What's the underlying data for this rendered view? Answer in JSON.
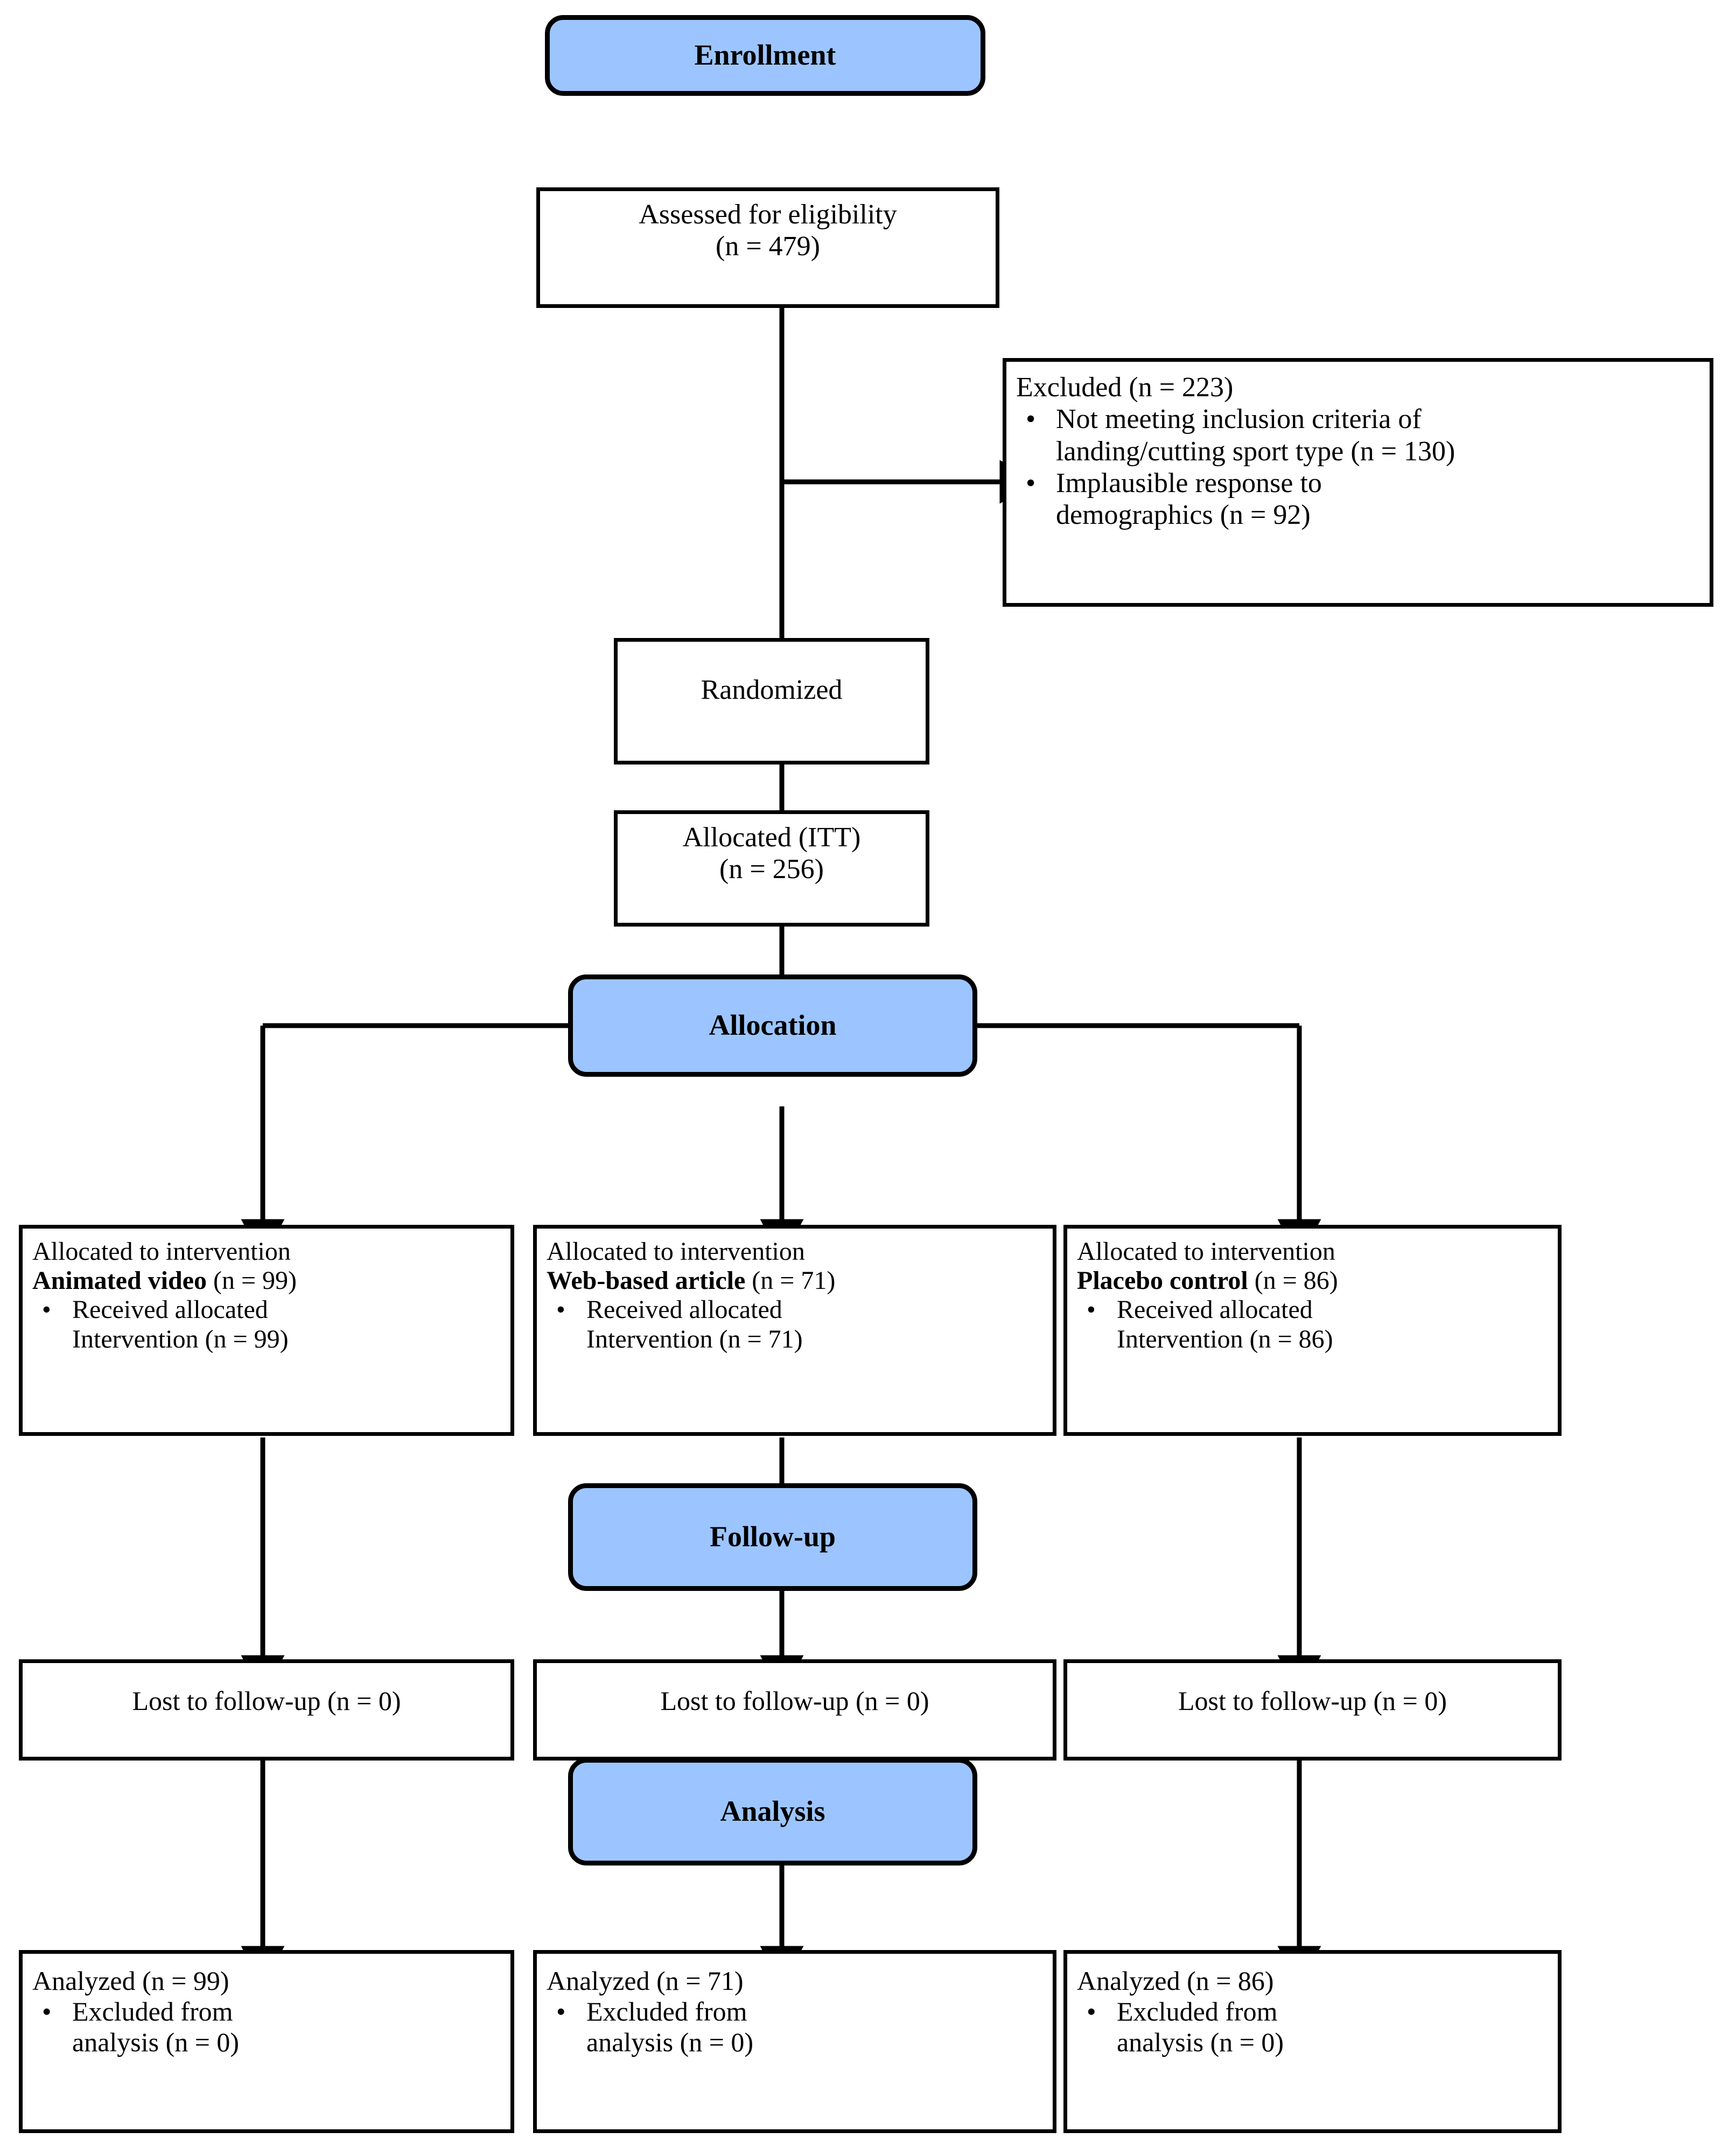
{
  "diagram": {
    "type": "CONSORT participant flow diagram",
    "accent_color": "#9cc5ff",
    "line_color": "#000000",
    "stage_color": "#ffffff"
  },
  "bands": {
    "enrollment": "Enrollment",
    "allocation": "Allocation",
    "followup": "Follow-up",
    "analysis": "Analysis"
  },
  "enrollment": {
    "assessed": {
      "line1": "Assessed for eligibility",
      "line2": "(n = 479)"
    },
    "excluded": {
      "heading": "Excluded (n = 223)",
      "bullets": [
        {
          "line1": "Not meeting inclusion criteria of",
          "line2": "landing/cutting sport type (n = 130)"
        },
        {
          "line1": "Implausible response to",
          "line2": "demographics (n = 92)"
        }
      ],
      "bullet_glyph": "•"
    },
    "randomized": "Randomized",
    "allocated_itt": {
      "line1": "Allocated (ITT)",
      "line2": "(n = 256)"
    }
  },
  "arms": [
    {
      "id": "animated-video",
      "allocation": {
        "line1": "Allocated to intervention",
        "arm_bold": "Animated video",
        "arm_count": " (n = 99)",
        "bullet_glyph": "•",
        "bullet_line1": "Received allocated",
        "bullet_line2": "Intervention (n = 99)"
      },
      "followup": {
        "text": "Lost to follow-up (n = 0)"
      },
      "analysis": {
        "heading": "Analyzed (n = 99)",
        "bullet_glyph": "•",
        "bullet_line1": "Excluded from",
        "bullet_line2": "analysis (n = 0)"
      }
    },
    {
      "id": "web-based-article",
      "allocation": {
        "line1": "Allocated to intervention",
        "arm_bold": "Web-based article",
        "arm_count": " (n = 71)",
        "bullet_glyph": "•",
        "bullet_line1": "Received allocated",
        "bullet_line2": "Intervention (n = 71)"
      },
      "followup": {
        "text": "Lost to follow-up (n = 0)"
      },
      "analysis": {
        "heading": "Analyzed (n = 71)",
        "bullet_glyph": "•",
        "bullet_line1": "Excluded from",
        "bullet_line2": "analysis (n = 0)"
      }
    },
    {
      "id": "placebo-control",
      "allocation": {
        "line1": "Allocated to intervention",
        "arm_bold": "Placebo control",
        "arm_count": " (n = 86)",
        "bullet_glyph": "•",
        "bullet_line1": "Received allocated",
        "bullet_line2": "Intervention (n = 86)"
      },
      "followup": {
        "text": "Lost to follow-up (n = 0)"
      },
      "analysis": {
        "heading": "Analyzed (n = 86)",
        "bullet_glyph": "•",
        "bullet_line1": "Excluded from",
        "bullet_line2": "analysis (n = 0)"
      }
    }
  ],
  "chart_data": {
    "type": "table",
    "title": "CONSORT flow of participants",
    "stages": [
      "Assessed for eligibility",
      "Excluded",
      "Randomized / Allocated (ITT)",
      "Allocated to intervention",
      "Lost to follow-up",
      "Analyzed",
      "Excluded from analysis"
    ],
    "totals": {
      "assessed": 479,
      "excluded": 223,
      "randomized": 256
    },
    "exclusion_reasons": [
      {
        "reason": "Not meeting inclusion criteria of landing/cutting sport type",
        "n": 130
      },
      {
        "reason": "Implausible response to demographics",
        "n": 92
      }
    ],
    "series": [
      {
        "name": "Animated video",
        "allocated": 99,
        "received": 99,
        "lost_to_followup": 0,
        "analyzed": 99,
        "excluded_from_analysis": 0
      },
      {
        "name": "Web-based article",
        "allocated": 71,
        "received": 71,
        "lost_to_followup": 0,
        "analyzed": 71,
        "excluded_from_analysis": 0
      },
      {
        "name": "Placebo control",
        "allocated": 86,
        "received": 86,
        "lost_to_followup": 0,
        "analyzed": 86,
        "excluded_from_analysis": 0
      }
    ]
  }
}
